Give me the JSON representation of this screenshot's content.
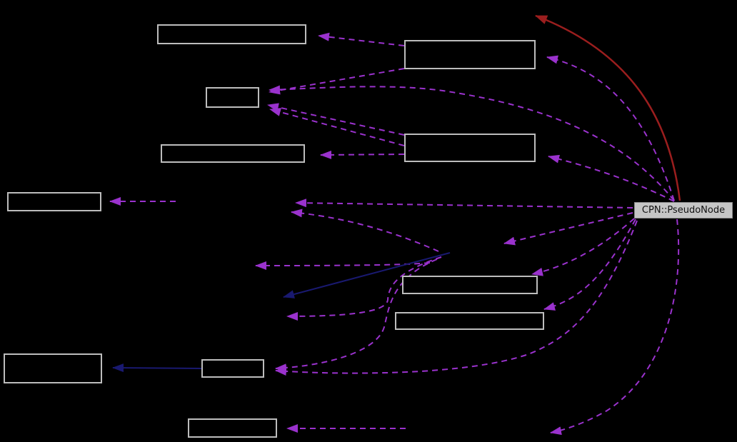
{
  "diagram": {
    "type": "collaboration-graph",
    "background_color": "#000000",
    "node_label": "CPN::PseudoNode",
    "colors": {
      "usage_edge_dashed": "#9A32CD",
      "template_edge_solid": "#191970",
      "inheritance_edge_solid": "#9B1E1E",
      "node_border": "#BDBDBD",
      "label_node_background": "#C5C5C5",
      "label_node_text": "#111111"
    },
    "empty_node_count": 11,
    "edge_counts": {
      "dashed_purple": 20,
      "solid_blue": 2,
      "solid_red": 1
    }
  }
}
